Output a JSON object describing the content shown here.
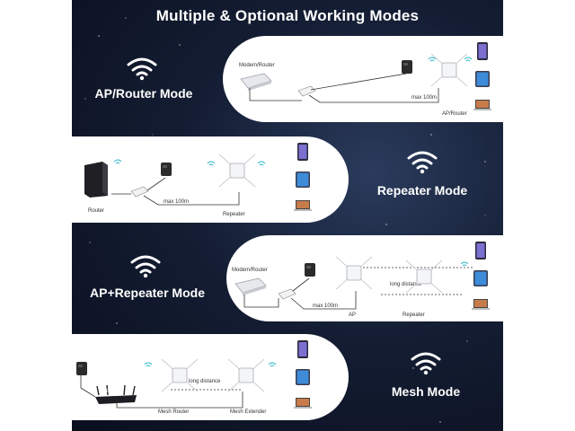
{
  "title": "Multiple & Optional Working Modes",
  "modes": [
    {
      "name": "AP/Router Mode",
      "labels": {
        "modem": "Modem/Router",
        "distance": "max 100m",
        "ap": "AP/Router"
      }
    },
    {
      "name": "Repeater Mode",
      "labels": {
        "router": "Router",
        "distance": "max 100m",
        "repeater": "Repeater"
      }
    },
    {
      "name": "AP+Repeater Mode",
      "labels": {
        "modem": "Modem/Router",
        "distance": "max 100m",
        "long_distance": "long distance",
        "ap": "AP",
        "repeater": "Repeater"
      }
    },
    {
      "name": "Mesh Mode",
      "labels": {
        "router": "Router",
        "long_distance": "long distance",
        "mesh_router": "Mesh Router",
        "mesh_extender": "Mesh Extender"
      }
    }
  ],
  "colors": {
    "background": "#0f1628",
    "panel": "#ffffff",
    "wifi_accent": "#29b6c8",
    "text_light": "#ffffff"
  },
  "icons": [
    "wifi-icon",
    "router-icon",
    "phone-icon",
    "tablet-icon",
    "laptop-icon",
    "power-adapter-icon",
    "poe-injector-icon"
  ]
}
